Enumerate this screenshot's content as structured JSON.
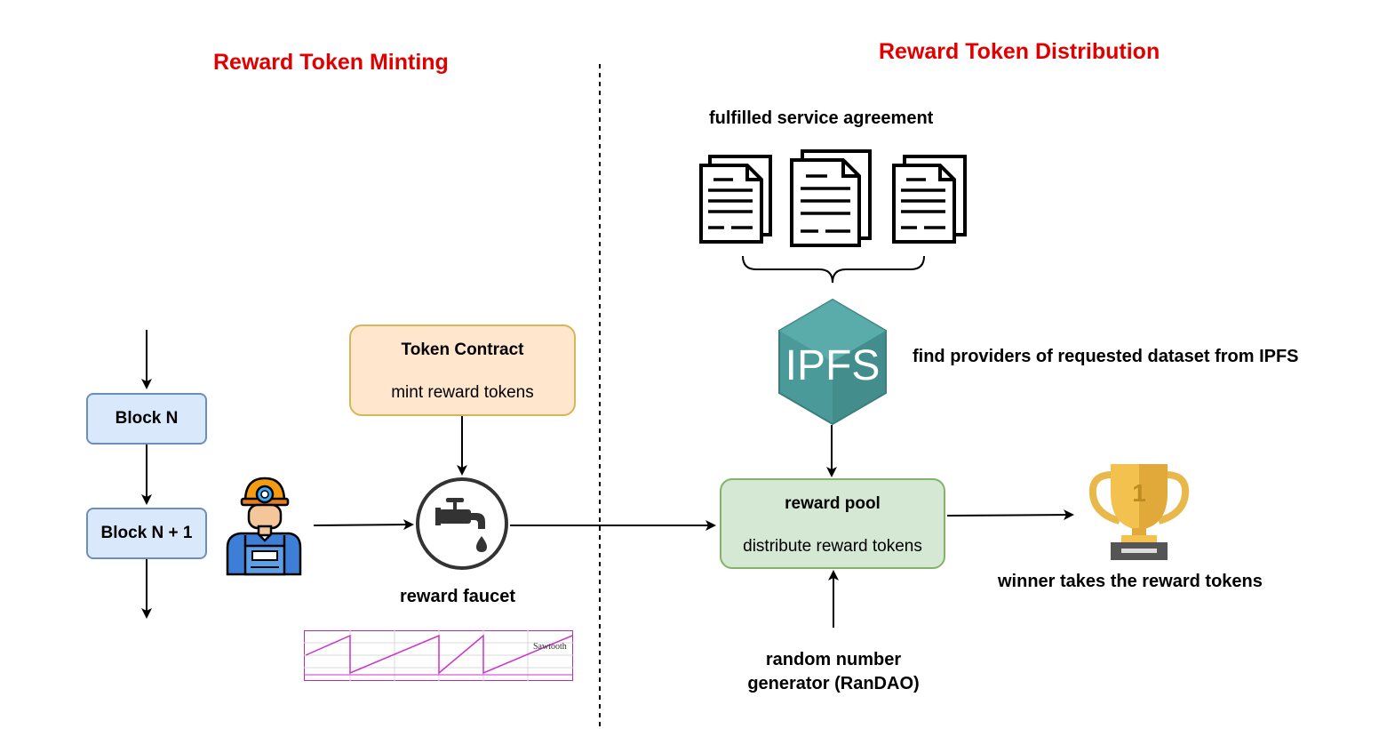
{
  "sections": {
    "left_title": "Reward Token Minting",
    "right_title": "Reward Token Distribution",
    "title_color": "#e00000"
  },
  "blocks": {
    "block_n": "Block N",
    "block_n1": "Block N + 1"
  },
  "token_contract": {
    "title": "Token Contract",
    "subtitle": "mint reward tokens"
  },
  "faucet": {
    "label": "reward faucet",
    "icon": "faucet-icon"
  },
  "sawtooth": {
    "label": "Sawtooth"
  },
  "agreement": {
    "label": "fulfilled service agreement",
    "icon": "document-icon"
  },
  "ipfs": {
    "logo_text": "IPFS",
    "label": "find providers of requested dataset from IPFS"
  },
  "reward_pool": {
    "title": "reward pool",
    "subtitle": "distribute reward tokens"
  },
  "winner": {
    "label": "winner takes the reward tokens",
    "trophy_number": "1",
    "icon": "trophy-icon"
  },
  "rng": {
    "line1": "random number",
    "line2": "generator (RanDAO)"
  },
  "miner": {
    "icon": "miner-icon"
  },
  "colors": {
    "block_fill": "#dae8fc",
    "contract_fill": "#ffe6cc",
    "pool_fill": "#d5e8d4",
    "ipfs_teal": "#4a9a99",
    "trophy_gold": "#e8b84b"
  }
}
